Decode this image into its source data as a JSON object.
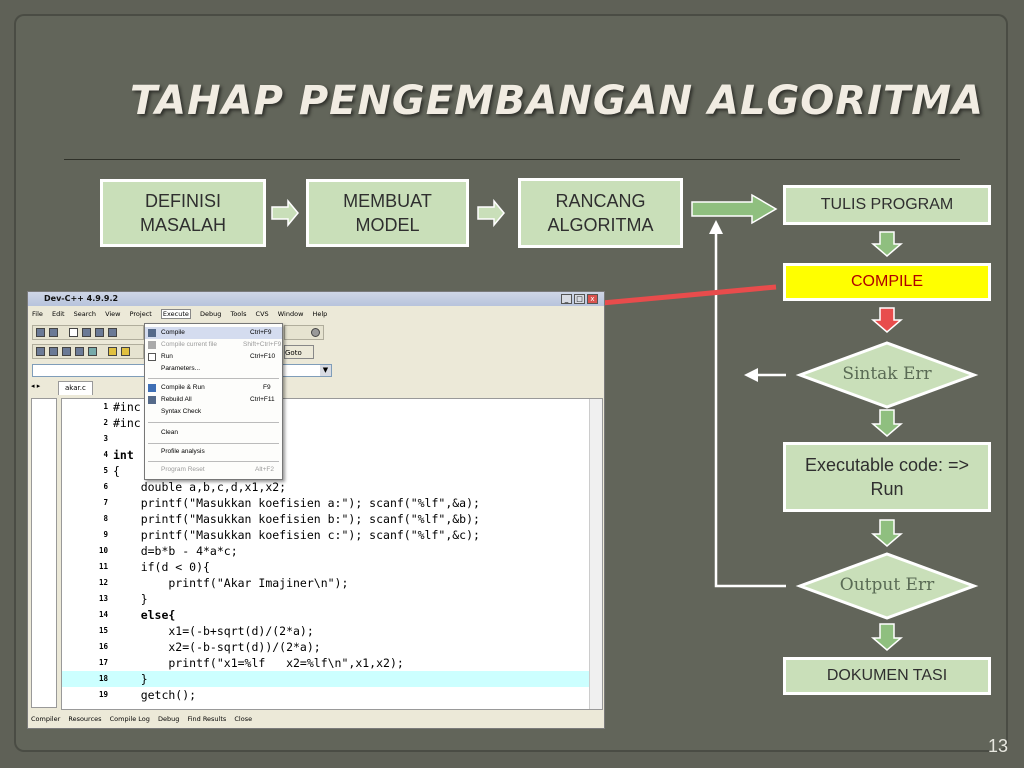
{
  "slide": {
    "title": "TAHAP PENGEMBANGAN ALGORITMA",
    "page_number": "13",
    "boxes": {
      "definisi": "DEFINISI MASALAH",
      "membuat": "MEMBUAT MODEL",
      "rancang": "RANCANG ALGORITMA",
      "tulis": "TULIS PROGRAM",
      "compile": "COMPILE",
      "sintak": "Sintak Err",
      "executable": "Executable code: => Run",
      "output": "Output Err",
      "dokumen": "DOKUMEN TASI"
    },
    "colors": {
      "box_fill": "#c9dfb9",
      "compile_fill": "#ffff00",
      "arrow_red": "#e84c4c",
      "arrow_green": "#8fbf7f"
    }
  },
  "app": {
    "window_title": "Dev-C++ 4.9.9.2",
    "menubar": [
      "File",
      "Edit",
      "Search",
      "View",
      "Project",
      "Execute",
      "Debug",
      "Tools",
      "CVS",
      "Window",
      "Help"
    ],
    "goto_label": "Goto",
    "file_tab": "akar.c",
    "execute_menu": [
      {
        "label": "Compile",
        "shortcut": "Ctrl+F9"
      },
      {
        "label": "Compile current file",
        "shortcut": "Shift+Ctrl+F9"
      },
      {
        "label": "Run",
        "shortcut": "Ctrl+F10"
      },
      {
        "label": "Parameters...",
        "shortcut": ""
      },
      {
        "label": "Compile & Run",
        "shortcut": "F9"
      },
      {
        "label": "Rebuild All",
        "shortcut": "Ctrl+F11"
      },
      {
        "label": "Syntax Check",
        "shortcut": ""
      },
      {
        "label": "Clean",
        "shortcut": ""
      },
      {
        "label": "Profile analysis",
        "shortcut": ""
      },
      {
        "label": "Program Reset",
        "shortcut": "Alt+F2"
      }
    ],
    "code_lines": [
      {
        "n": "1",
        "text": "#inc"
      },
      {
        "n": "2",
        "text": "#inc"
      },
      {
        "n": "3",
        "text": ""
      },
      {
        "n": "4",
        "text": "int"
      },
      {
        "n": "5",
        "text": "{"
      },
      {
        "n": "6",
        "text": "    double a,b,c,d,x1,x2;"
      },
      {
        "n": "7",
        "text": "    printf(\"Masukkan koefisien a:\"); scanf(\"%lf\",&a);"
      },
      {
        "n": "8",
        "text": "    printf(\"Masukkan koefisien b:\"); scanf(\"%lf\",&b);"
      },
      {
        "n": "9",
        "text": "    printf(\"Masukkan koefisien c:\"); scanf(\"%lf\",&c);"
      },
      {
        "n": "10",
        "text": "    d=b*b - 4*a*c;"
      },
      {
        "n": "11",
        "text": "    if(d < 0){"
      },
      {
        "n": "12",
        "text": "        printf(\"Akar Imajiner\\n\");"
      },
      {
        "n": "13",
        "text": "    }"
      },
      {
        "n": "14",
        "text": "    else{"
      },
      {
        "n": "15",
        "text": "        x1=(-b+sqrt(d)/(2*a);"
      },
      {
        "n": "16",
        "text": "        x2=(-b-sqrt(d))/(2*a);"
      },
      {
        "n": "17",
        "text": "        printf(\"x1=%lf   x2=%lf\\n\",x1,x2);"
      },
      {
        "n": "18",
        "text": "    }"
      },
      {
        "n": "19",
        "text": "    getch();"
      }
    ],
    "status_tabs": [
      "Compiler",
      "Resources",
      "Compile Log",
      "Debug",
      "Find Results",
      "Close"
    ]
  }
}
